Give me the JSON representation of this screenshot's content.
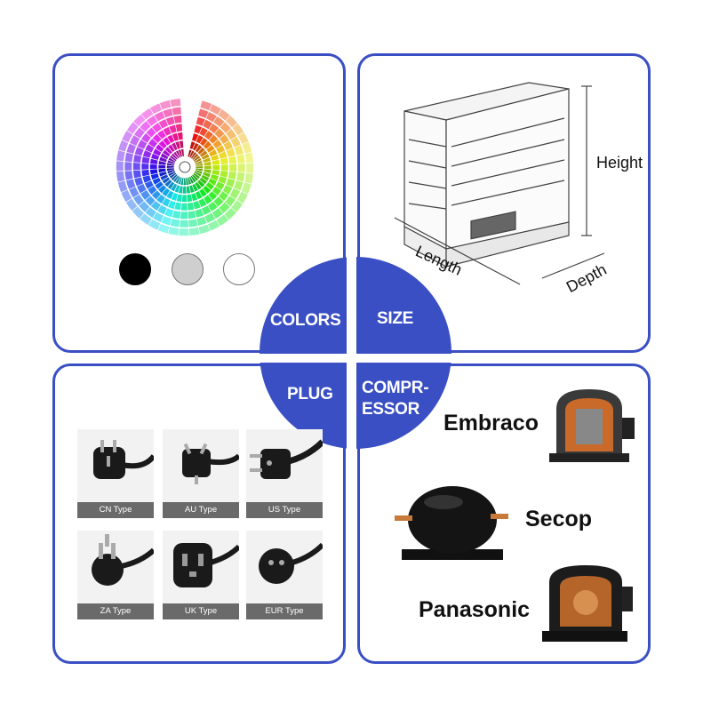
{
  "badges": {
    "colors": "COLORS",
    "size": "SIZE",
    "plug": "PLUG",
    "compressor_line1": "COMPR-",
    "compressor_line2": "ESSOR"
  },
  "colors": {
    "accent": "#3a4fc4",
    "swatches": [
      {
        "name": "black",
        "hex": "#000000"
      },
      {
        "name": "grey",
        "hex": "#cfcfcf"
      },
      {
        "name": "white",
        "hex": "#ffffff"
      }
    ]
  },
  "size": {
    "height_label": "Height",
    "length_label": "Length",
    "depth_label": "Depth"
  },
  "plugs": [
    {
      "label": "CN Type",
      "icon": "cn-plug-icon"
    },
    {
      "label": "AU Type",
      "icon": "au-plug-icon"
    },
    {
      "label": "US Type",
      "icon": "us-plug-icon"
    },
    {
      "label": "ZA Type",
      "icon": "za-plug-icon"
    },
    {
      "label": "UK Type",
      "icon": "uk-plug-icon"
    },
    {
      "label": "EUR Type",
      "icon": "eur-plug-icon"
    }
  ],
  "compressors": [
    {
      "brand": "Embraco"
    },
    {
      "brand": "Secop"
    },
    {
      "brand": "Panasonic"
    }
  ]
}
